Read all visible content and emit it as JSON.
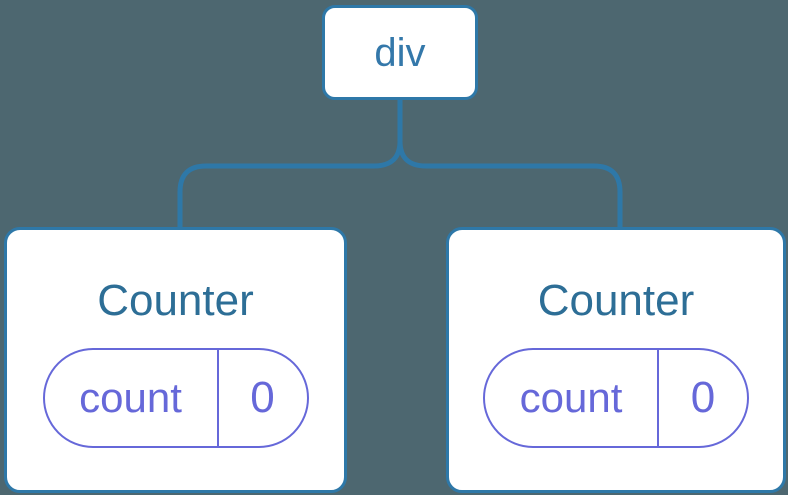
{
  "diagram": {
    "root": {
      "label": "div"
    },
    "children": [
      {
        "title": "Counter",
        "state": {
          "key": "count",
          "value": "0"
        }
      },
      {
        "title": "Counter",
        "state": {
          "key": "count",
          "value": "0"
        }
      }
    ]
  },
  "colors": {
    "background": "#4d6770",
    "connector": "#2e78a8",
    "card_bg": "#ffffff",
    "root_text": "#3478aa",
    "title_text": "#2d6e96",
    "state_purple": "#6668d9"
  }
}
